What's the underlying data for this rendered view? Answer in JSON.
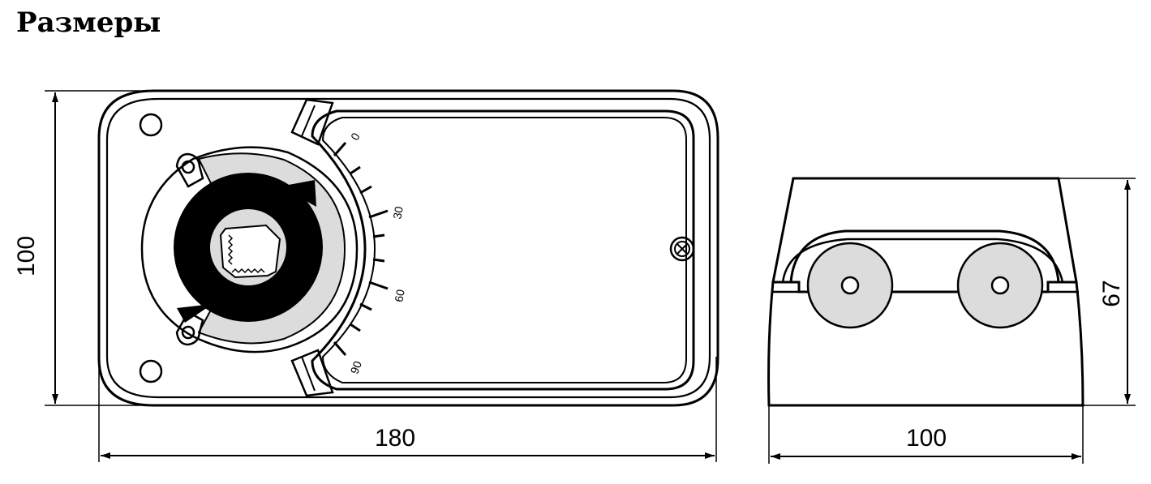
{
  "title": "Размеры",
  "dimensions": {
    "front_width": "180",
    "front_height": "100",
    "side_width": "100",
    "side_height": "67"
  },
  "scale": {
    "labels": [
      "0",
      "30",
      "60",
      "90"
    ],
    "tick_count": 10
  },
  "colors": {
    "line": "#000000",
    "gray_fill": "#dcdcdc",
    "background": "#ffffff"
  }
}
